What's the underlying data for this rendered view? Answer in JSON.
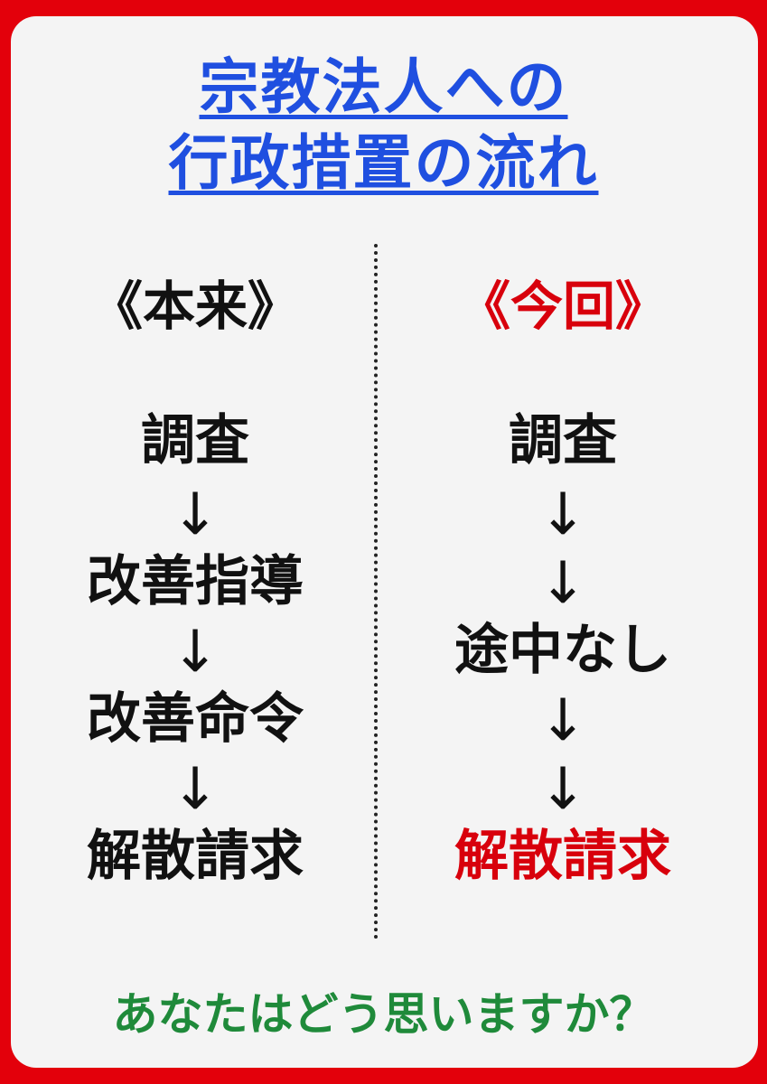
{
  "title": {
    "line1": " 宗教法人への",
    "line2": "行政措置の流れ"
  },
  "left_column": {
    "heading": "《本来》",
    "steps": [
      "調査",
      "改善指導",
      "改善命令",
      "解散請求"
    ],
    "arrow": "↓"
  },
  "right_column": {
    "heading": "《今回》",
    "steps": [
      "調査",
      "途中なし",
      "解散請求"
    ],
    "arrow": "↓"
  },
  "question": "あなたはどう思いますか？",
  "colors": {
    "background_border": "#e3000b",
    "title": "#1f4fe0",
    "highlight_red": "#d8000c",
    "question_green": "#1f8a3a"
  }
}
